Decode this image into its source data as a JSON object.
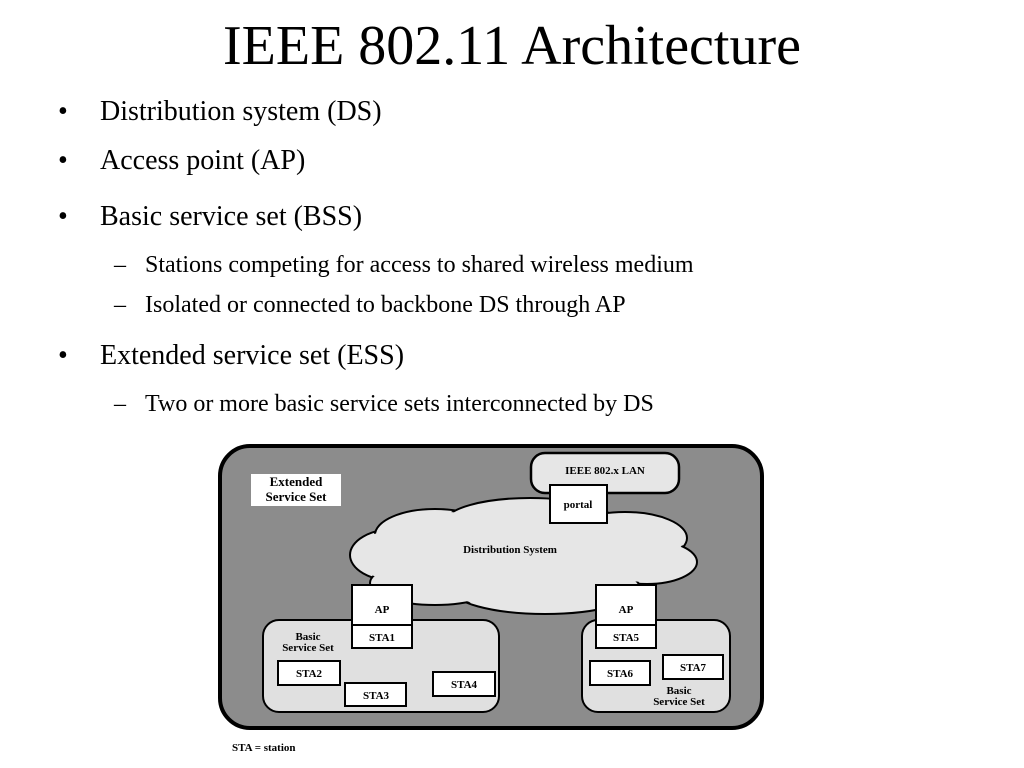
{
  "slide": {
    "title": "IEEE 802.11 Architecture",
    "bullets": [
      {
        "text": "Distribution system (DS)"
      },
      {
        "text": "Access point (AP)"
      },
      {
        "text": "Basic service set (BSS)"
      },
      {
        "text": "Stations competing for access to shared wireless medium"
      },
      {
        "text": "Isolated or connected to backbone DS through AP"
      },
      {
        "text": "Extended service set (ESS)"
      },
      {
        "text": "Two or more basic service sets interconnected by DS"
      }
    ],
    "bullet_symbol": "•",
    "dash_symbol": "–"
  },
  "diagram": {
    "ess_label": [
      "Extended",
      "Service Set"
    ],
    "lan_label": "IEEE 802.x LAN",
    "portal_label": "portal",
    "ds_label": "Distribution System",
    "bss1": {
      "ap_label": "AP",
      "stations": [
        "STA1",
        "STA2",
        "STA3",
        "STA4"
      ],
      "label": [
        "Basic",
        "Service Set"
      ]
    },
    "bss2": {
      "ap_label": "AP",
      "stations": [
        "STA5",
        "STA6",
        "STA7"
      ],
      "label": [
        "Basic",
        "Service Set"
      ]
    },
    "legend": "STA = station",
    "colors": {
      "ess_fill": "#8c8c8c",
      "cloud_fill": "#e6e6e6",
      "bss_fill": "#e0e0e0",
      "box_fill": "#ffffff",
      "stroke": "#000000"
    }
  }
}
